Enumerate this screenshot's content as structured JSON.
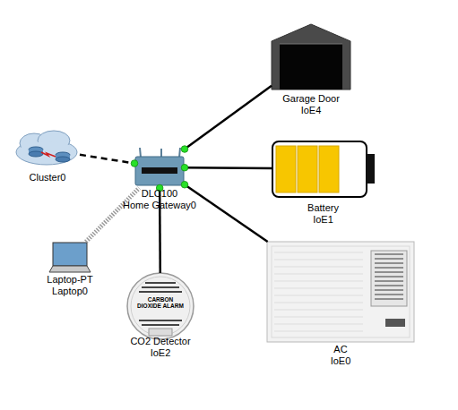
{
  "diagram": {
    "nodes": [
      {
        "text": [
          "Garage Door",
          "IoE4"
        ]
      },
      {
        "text": [
          "Cluster0"
        ]
      },
      {
        "text": [
          "DLC100",
          "Home Gateway0"
        ]
      },
      {
        "text": [
          "Battery",
          "IoE1"
        ]
      },
      {
        "text": [
          "Laptop-PT",
          "Laptop0"
        ]
      },
      {
        "text": [
          "AC",
          "IoE0"
        ]
      },
      {
        "text": [
          "CO2 Detector",
          "IoE2"
        ]
      }
    ],
    "edges": [
      {
        "from": 1,
        "to": 2,
        "arrow": "none"
      },
      {
        "from": 2,
        "to": 0,
        "arrow": "none"
      },
      {
        "from": 2,
        "to": 3,
        "arrow": "none"
      },
      {
        "from": 4,
        "to": 2,
        "arrow": "none"
      },
      {
        "from": 2,
        "to": 6,
        "arrow": "none"
      },
      {
        "from": 2,
        "to": 5,
        "arrow": "none"
      }
    ],
    "labels": [
      "CARBON DIOXIDE ALARM"
    ]
  }
}
